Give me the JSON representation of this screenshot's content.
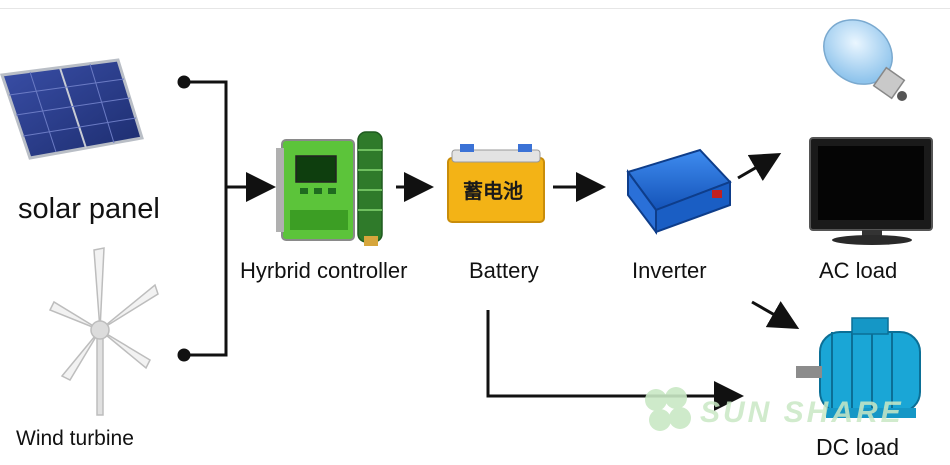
{
  "labels": {
    "solar_panel": "solar panel",
    "wind_turbine": "Wind turbine",
    "controller": "Hyrbrid controller",
    "battery": "Battery",
    "inverter": "Inverter",
    "ac_load": "AC load",
    "dc_load": "DC load"
  },
  "battery_text": "蓄电池",
  "watermark": "SUN SHARE",
  "icons": [
    "solar-panel-icon",
    "wind-turbine-icon",
    "controller-icon",
    "battery-icon",
    "inverter-icon",
    "light-bulb-icon",
    "tv-icon",
    "motor-icon"
  ],
  "colors": {
    "solar": "#2a3f8f",
    "controller": "#5cc43a",
    "battery": "#f3b316",
    "inverter": "#1d6fd6",
    "motor": "#1aa6d6",
    "watermark": "#c9e8c5"
  }
}
